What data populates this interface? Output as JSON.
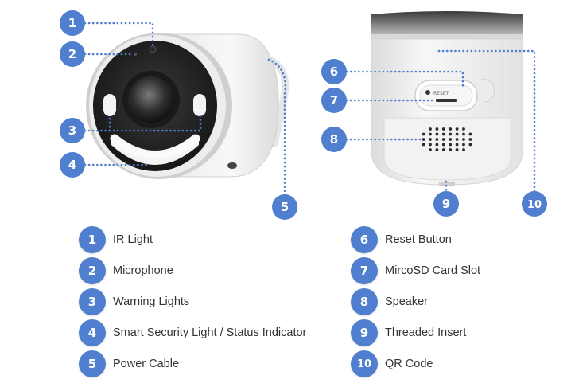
{
  "accent_color": "#4f7fce",
  "parts": [
    {
      "num": "1",
      "label": "IR Light"
    },
    {
      "num": "2",
      "label": "Microphone"
    },
    {
      "num": "3",
      "label": "Warning Lights"
    },
    {
      "num": "4",
      "label": "Smart Security Light / Status Indicator"
    },
    {
      "num": "5",
      "label": "Power Cable"
    },
    {
      "num": "6",
      "label": "Reset Button"
    },
    {
      "num": "7",
      "label": "MircoSD Card Slot"
    },
    {
      "num": "8",
      "label": "Speaker"
    },
    {
      "num": "9",
      "label": "Threaded Insert"
    },
    {
      "num": "10",
      "label": "QR Code"
    }
  ],
  "reset_label": "RESET"
}
